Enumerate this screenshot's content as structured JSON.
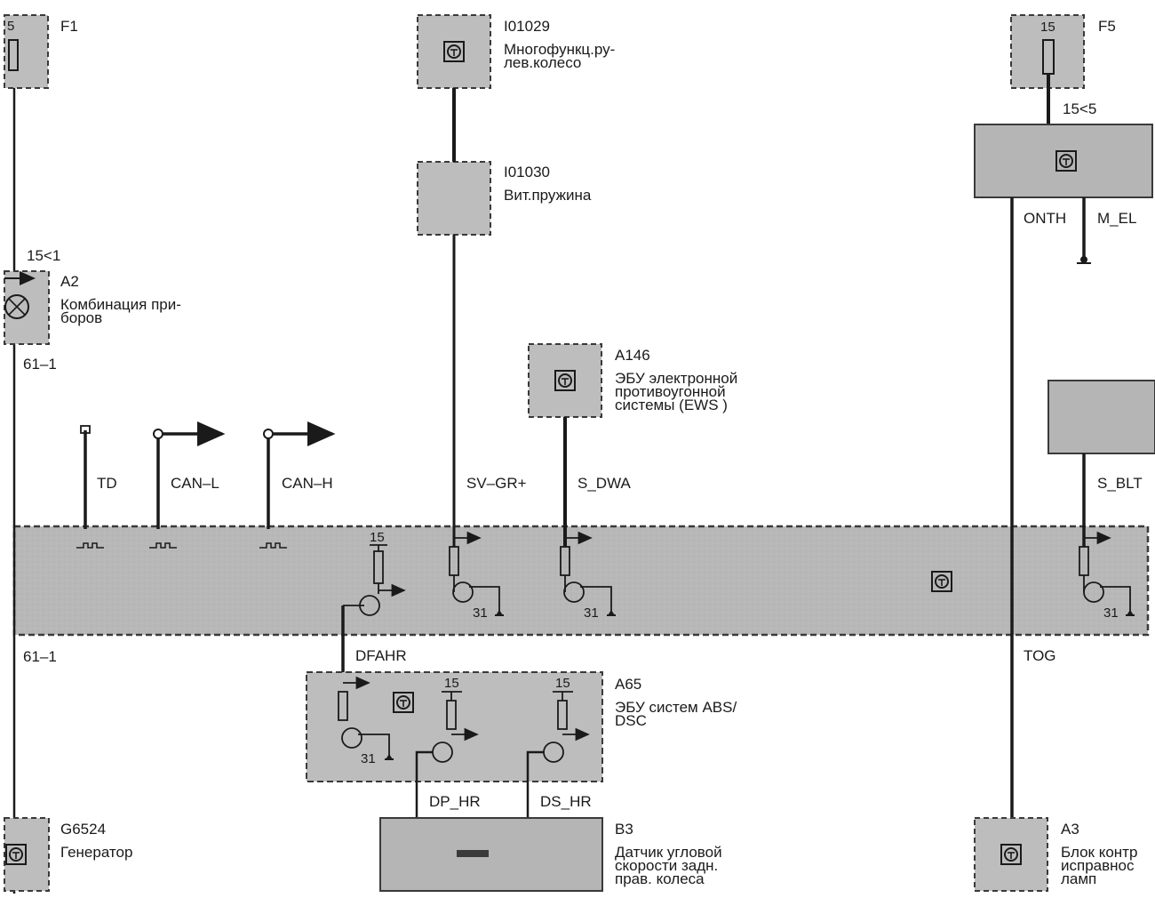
{
  "components": {
    "f1": {
      "code": "F1",
      "fuse_no": "5"
    },
    "i01029": {
      "code": "I01029",
      "name": "Многофункц.ру-\nлев.колесо"
    },
    "f5": {
      "code": "F5",
      "fuse_no": "15"
    },
    "i01030": {
      "code": "I01030",
      "name": "Вит.пружина"
    },
    "a2": {
      "code": "A2",
      "name": "Комбинация при-\nборов"
    },
    "a146": {
      "code": "A146",
      "name": "ЭБУ электронной\nпротивоугонной\nсистемы (EWS )"
    },
    "a65": {
      "code": "A65",
      "name": "ЭБУ систем ABS/\nDSC"
    },
    "g6524": {
      "code": "G6524",
      "name": "Генератор"
    },
    "b3": {
      "code": "B3",
      "name": "Датчик угловой\nскорости задн.\nправ. колеса"
    },
    "a3": {
      "code": "A3",
      "name": "Блок контр\nисправнос\nламп"
    }
  },
  "references": {
    "ref_15_1": "15<1",
    "ref_61_1_top": "61–1",
    "ref_61_1_bottom": "61–1",
    "ref_15_5": "15<5"
  },
  "signals": {
    "td": "TD",
    "can_l": "CAN–L",
    "can_h": "CAN–H",
    "sv_gr": "SV–GR+",
    "s_dwa": "S_DWA",
    "s_blt": "S_BLT",
    "onth": "ONTH",
    "m_el": "M_EL",
    "dfahr": "DFAHR",
    "tog": "TOG",
    "dp_hr": "DP_HR",
    "ds_hr": "DS_HR"
  },
  "pin_labels": {
    "bus_15": "15",
    "bus_31_a": "31",
    "bus_31_b": "31",
    "bus_31_c": "31",
    "a65_15_a": "15",
    "a65_15_b": "15",
    "a65_31": "31"
  },
  "colors": {
    "module_fill": "#bdbdbd",
    "bus_fill": "#b3b3b3",
    "wire": "#1a1a1a"
  }
}
